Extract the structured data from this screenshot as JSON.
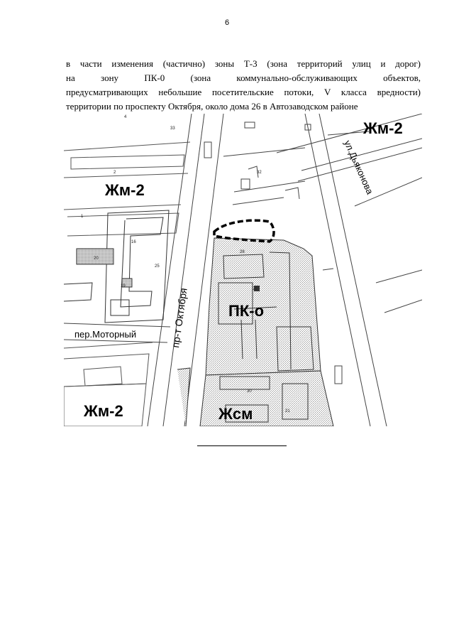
{
  "page_number": "6",
  "paragraph": {
    "line1": "в части изменения (частично) зоны Т-3 (зона территорий улиц и дорог)",
    "line2": "на зону ПК-0 (зона коммунально-обслуживающих объектов,",
    "line3": "предусматривающих небольшие посетительские потоки, V класса вредности)",
    "line4": "территории по проспекту Октября, около дома 26 в Автозаводском районе"
  },
  "map": {
    "zone_zhm2_top_right": "Жм-2",
    "zone_zhm2_left": "Жм-2",
    "zone_pk0": "ПК-о",
    "zone_zhm2_bottom_left": "Жм-2",
    "zone_zhsm": "Жсм",
    "street_dyakonova": "ул.Дьяконова",
    "street_oktyabrya": "пр-т Октября",
    "street_motorny": "пер.Моторный",
    "house_numbers": {
      "n4": "4",
      "n33": "33",
      "n2": "2",
      "n32": "32",
      "n1": "1",
      "n16": "16",
      "n28": "28",
      "n20": "20",
      "n25": "25",
      "n19": "19",
      "n26": "26",
      "n30": "30",
      "n21": "21"
    }
  }
}
